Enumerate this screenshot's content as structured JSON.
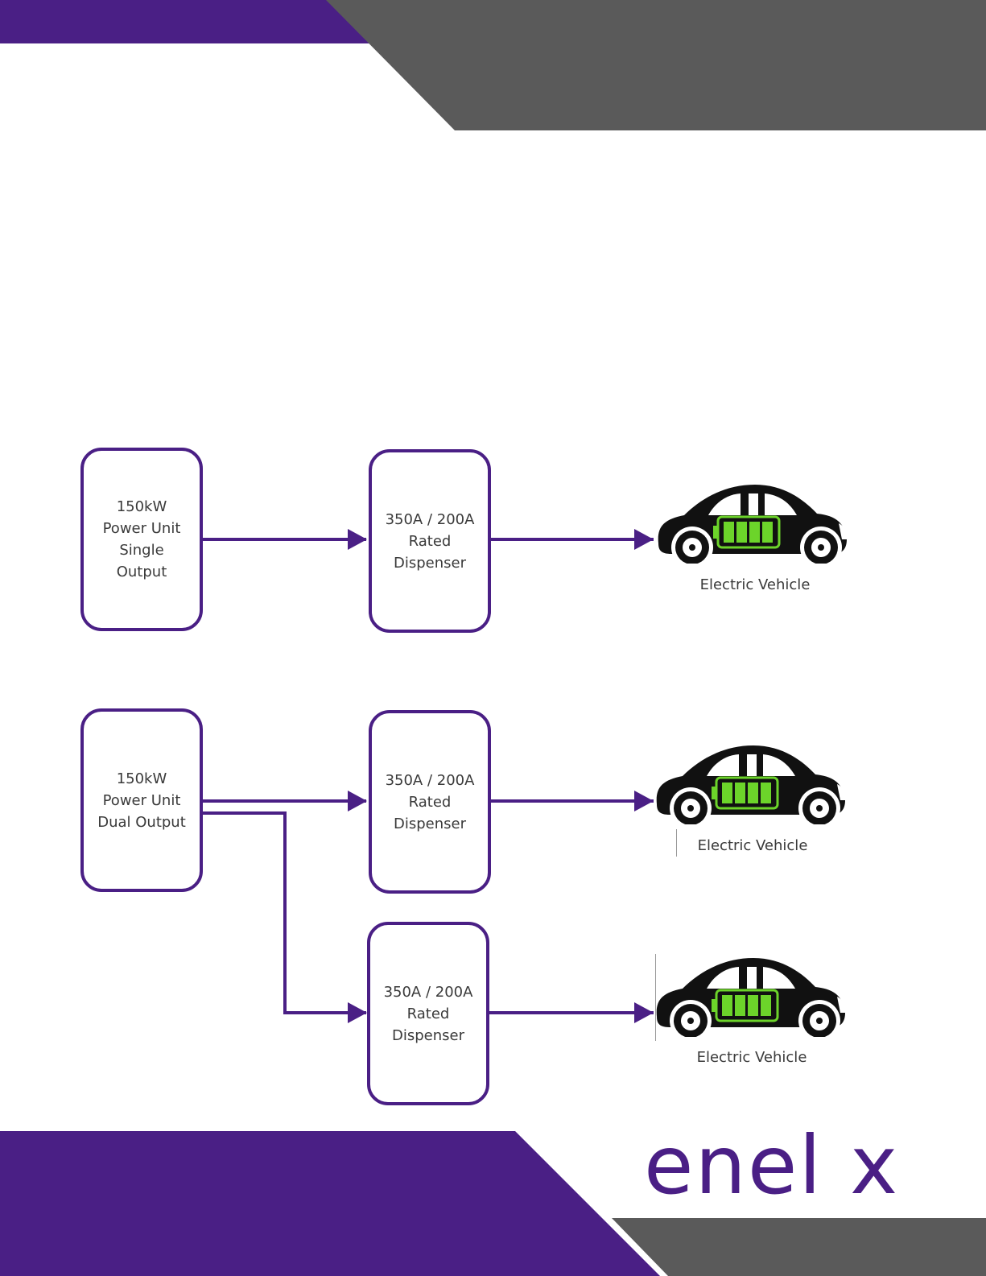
{
  "colors": {
    "brand_purple": "#4a1f85",
    "header_grey": "#5a5a5a",
    "battery_green": "#6cd42a"
  },
  "diagram_single": {
    "power_unit": [
      "150kW",
      "Power Unit",
      "Single",
      "Output"
    ],
    "dispenser": [
      "350A / 200A",
      "Rated",
      "Dispenser"
    ],
    "vehicle_label": "Electric Vehicle"
  },
  "diagram_dual": {
    "power_unit": [
      "150kW",
      "Power Unit",
      "Dual Output"
    ],
    "dispenser_1": [
      "350A / 200A",
      "Rated",
      "Dispenser"
    ],
    "vehicle_1_label": "Electric Vehicle",
    "dispenser_2": [
      "350A / 200A",
      "Rated",
      "Dispenser"
    ],
    "vehicle_2_label": "Electric Vehicle"
  },
  "logo": {
    "text": "enel x",
    "icon": "enel-x-logo"
  },
  "icons": {
    "car": "electric-car-icon",
    "battery": "battery-icon",
    "arrow": "arrow-right-icon"
  }
}
